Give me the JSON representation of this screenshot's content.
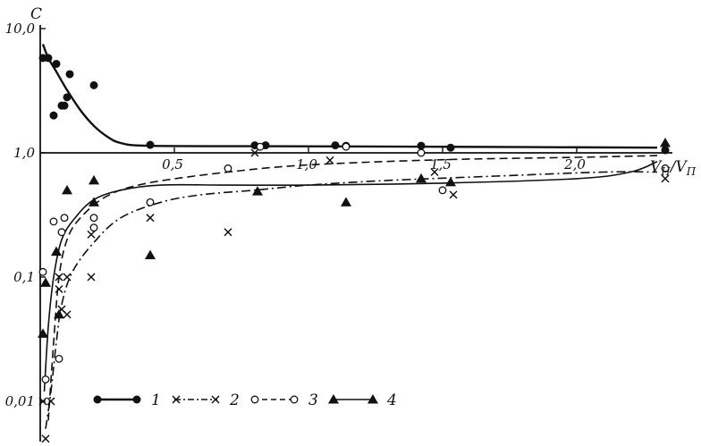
{
  "chart_data": {
    "type": "scatter",
    "y_scale": "log",
    "ylabel": "C",
    "xlabel": "V_H/V_П",
    "xlabel_main": "V",
    "xlabel_sub1": "H",
    "xlabel_sub2": "П",
    "xlim": [
      0,
      2.35
    ],
    "ylim": [
      0.005,
      12
    ],
    "x_ticks": [
      {
        "value": 0.5,
        "label": "0,5"
      },
      {
        "value": 1.0,
        "label": "1,0"
      },
      {
        "value": 1.5,
        "label": "1,5"
      },
      {
        "value": 2.0,
        "label": "2,0"
      }
    ],
    "y_ticks": [
      {
        "value": 10,
        "label": "10,0"
      },
      {
        "value": 1,
        "label": "1,0"
      },
      {
        "value": 0.1,
        "label": "0,1"
      },
      {
        "value": 0.01,
        "label": "0,01"
      }
    ],
    "grid": false,
    "legend_position": "bottom-center",
    "series": [
      {
        "name": "1",
        "marker": "filled-circle",
        "line_style": "solid",
        "curve": [
          [
            0.01,
            7.5
          ],
          [
            0.03,
            5.8
          ],
          [
            0.06,
            4.5
          ],
          [
            0.1,
            3.2
          ],
          [
            0.15,
            2.2
          ],
          [
            0.2,
            1.65
          ],
          [
            0.25,
            1.35
          ],
          [
            0.3,
            1.2
          ],
          [
            0.4,
            1.14
          ],
          [
            0.8,
            1.13
          ],
          [
            1.5,
            1.12
          ],
          [
            2.3,
            1.1
          ]
        ],
        "points": [
          [
            0.01,
            5.8
          ],
          [
            0.03,
            5.8
          ],
          [
            0.05,
            2.0
          ],
          [
            0.06,
            5.2
          ],
          [
            0.08,
            2.4
          ],
          [
            0.09,
            2.4
          ],
          [
            0.1,
            2.8
          ],
          [
            0.11,
            4.3
          ],
          [
            0.2,
            3.5
          ],
          [
            0.41,
            1.16
          ],
          [
            0.8,
            1.15
          ],
          [
            0.84,
            1.15
          ],
          [
            1.1,
            1.15
          ],
          [
            1.14,
            1.14
          ],
          [
            1.42,
            1.14
          ],
          [
            1.53,
            1.1
          ],
          [
            2.33,
            1.05
          ]
        ]
      },
      {
        "name": "2",
        "marker": "cross",
        "line_style": "dash-dot",
        "curve": [
          [
            0.02,
            0.006
          ],
          [
            0.04,
            0.012
          ],
          [
            0.06,
            0.03
          ],
          [
            0.08,
            0.06
          ],
          [
            0.12,
            0.11
          ],
          [
            0.2,
            0.19
          ],
          [
            0.3,
            0.3
          ],
          [
            0.45,
            0.4
          ],
          [
            0.6,
            0.46
          ],
          [
            0.8,
            0.5
          ],
          [
            1.0,
            0.55
          ],
          [
            1.3,
            0.6
          ],
          [
            1.7,
            0.65
          ],
          [
            2.1,
            0.7
          ],
          [
            2.3,
            0.7
          ]
        ],
        "points": [
          [
            0.01,
            0.01
          ],
          [
            0.02,
            0.005
          ],
          [
            0.04,
            0.01
          ],
          [
            0.07,
            0.1
          ],
          [
            0.07,
            0.08
          ],
          [
            0.08,
            0.055
          ],
          [
            0.1,
            0.05
          ],
          [
            0.1,
            0.1
          ],
          [
            0.19,
            0.22
          ],
          [
            0.19,
            0.1
          ],
          [
            0.41,
            0.3
          ],
          [
            0.7,
            0.23
          ],
          [
            0.8,
            1.0
          ],
          [
            1.08,
            0.87
          ],
          [
            1.47,
            0.7
          ],
          [
            1.54,
            0.46
          ],
          [
            2.33,
            0.62
          ]
        ]
      },
      {
        "name": "3",
        "marker": "open-circle",
        "line_style": "dashed",
        "curve": [
          [
            0.03,
            0.007
          ],
          [
            0.05,
            0.03
          ],
          [
            0.07,
            0.1
          ],
          [
            0.1,
            0.2
          ],
          [
            0.15,
            0.3
          ],
          [
            0.25,
            0.45
          ],
          [
            0.4,
            0.57
          ],
          [
            0.7,
            0.7
          ],
          [
            1.0,
            0.8
          ],
          [
            1.5,
            0.88
          ],
          [
            2.0,
            0.92
          ],
          [
            2.3,
            0.95
          ]
        ],
        "points": [
          [
            0.01,
            0.11
          ],
          [
            0.02,
            0.015
          ],
          [
            0.05,
            0.28
          ],
          [
            0.07,
            0.022
          ],
          [
            0.08,
            0.23
          ],
          [
            0.09,
            0.3
          ],
          [
            0.2,
            0.25
          ],
          [
            0.2,
            0.3
          ],
          [
            0.41,
            0.4
          ],
          [
            0.7,
            0.75
          ],
          [
            0.82,
            1.12
          ],
          [
            1.14,
            1.12
          ],
          [
            1.42,
            1.0
          ],
          [
            1.5,
            0.5
          ],
          [
            2.33,
            0.75
          ]
        ]
      },
      {
        "name": "4",
        "marker": "filled-triangle",
        "line_style": "solid",
        "curve": [
          [
            0.015,
            0.012
          ],
          [
            0.03,
            0.04
          ],
          [
            0.05,
            0.1
          ],
          [
            0.08,
            0.2
          ],
          [
            0.13,
            0.3
          ],
          [
            0.2,
            0.42
          ],
          [
            0.3,
            0.5
          ],
          [
            0.45,
            0.55
          ],
          [
            0.7,
            0.55
          ],
          [
            1.0,
            0.55
          ],
          [
            1.5,
            0.57
          ],
          [
            2.0,
            0.62
          ],
          [
            2.2,
            0.7
          ],
          [
            2.3,
            0.85
          ]
        ],
        "points": [
          [
            0.01,
            0.035
          ],
          [
            0.02,
            0.09
          ],
          [
            0.06,
            0.16
          ],
          [
            0.07,
            0.05
          ],
          [
            0.1,
            0.5
          ],
          [
            0.2,
            0.4
          ],
          [
            0.2,
            0.6
          ],
          [
            0.41,
            0.15
          ],
          [
            0.81,
            0.49
          ],
          [
            1.14,
            0.4
          ],
          [
            1.42,
            0.62
          ],
          [
            1.53,
            0.58
          ],
          [
            2.33,
            1.2
          ]
        ]
      }
    ],
    "legend": {
      "items": [
        {
          "label": "1",
          "marker": "filled-circle",
          "line_style": "solid"
        },
        {
          "label": "2",
          "marker": "cross",
          "line_style": "dash-dot"
        },
        {
          "label": "3",
          "marker": "open-circle",
          "line_style": "dashed"
        },
        {
          "label": "4",
          "marker": "filled-triangle",
          "line_style": "solid"
        }
      ]
    },
    "colors": {
      "ink": "#111111",
      "background": "#ffffff"
    }
  }
}
